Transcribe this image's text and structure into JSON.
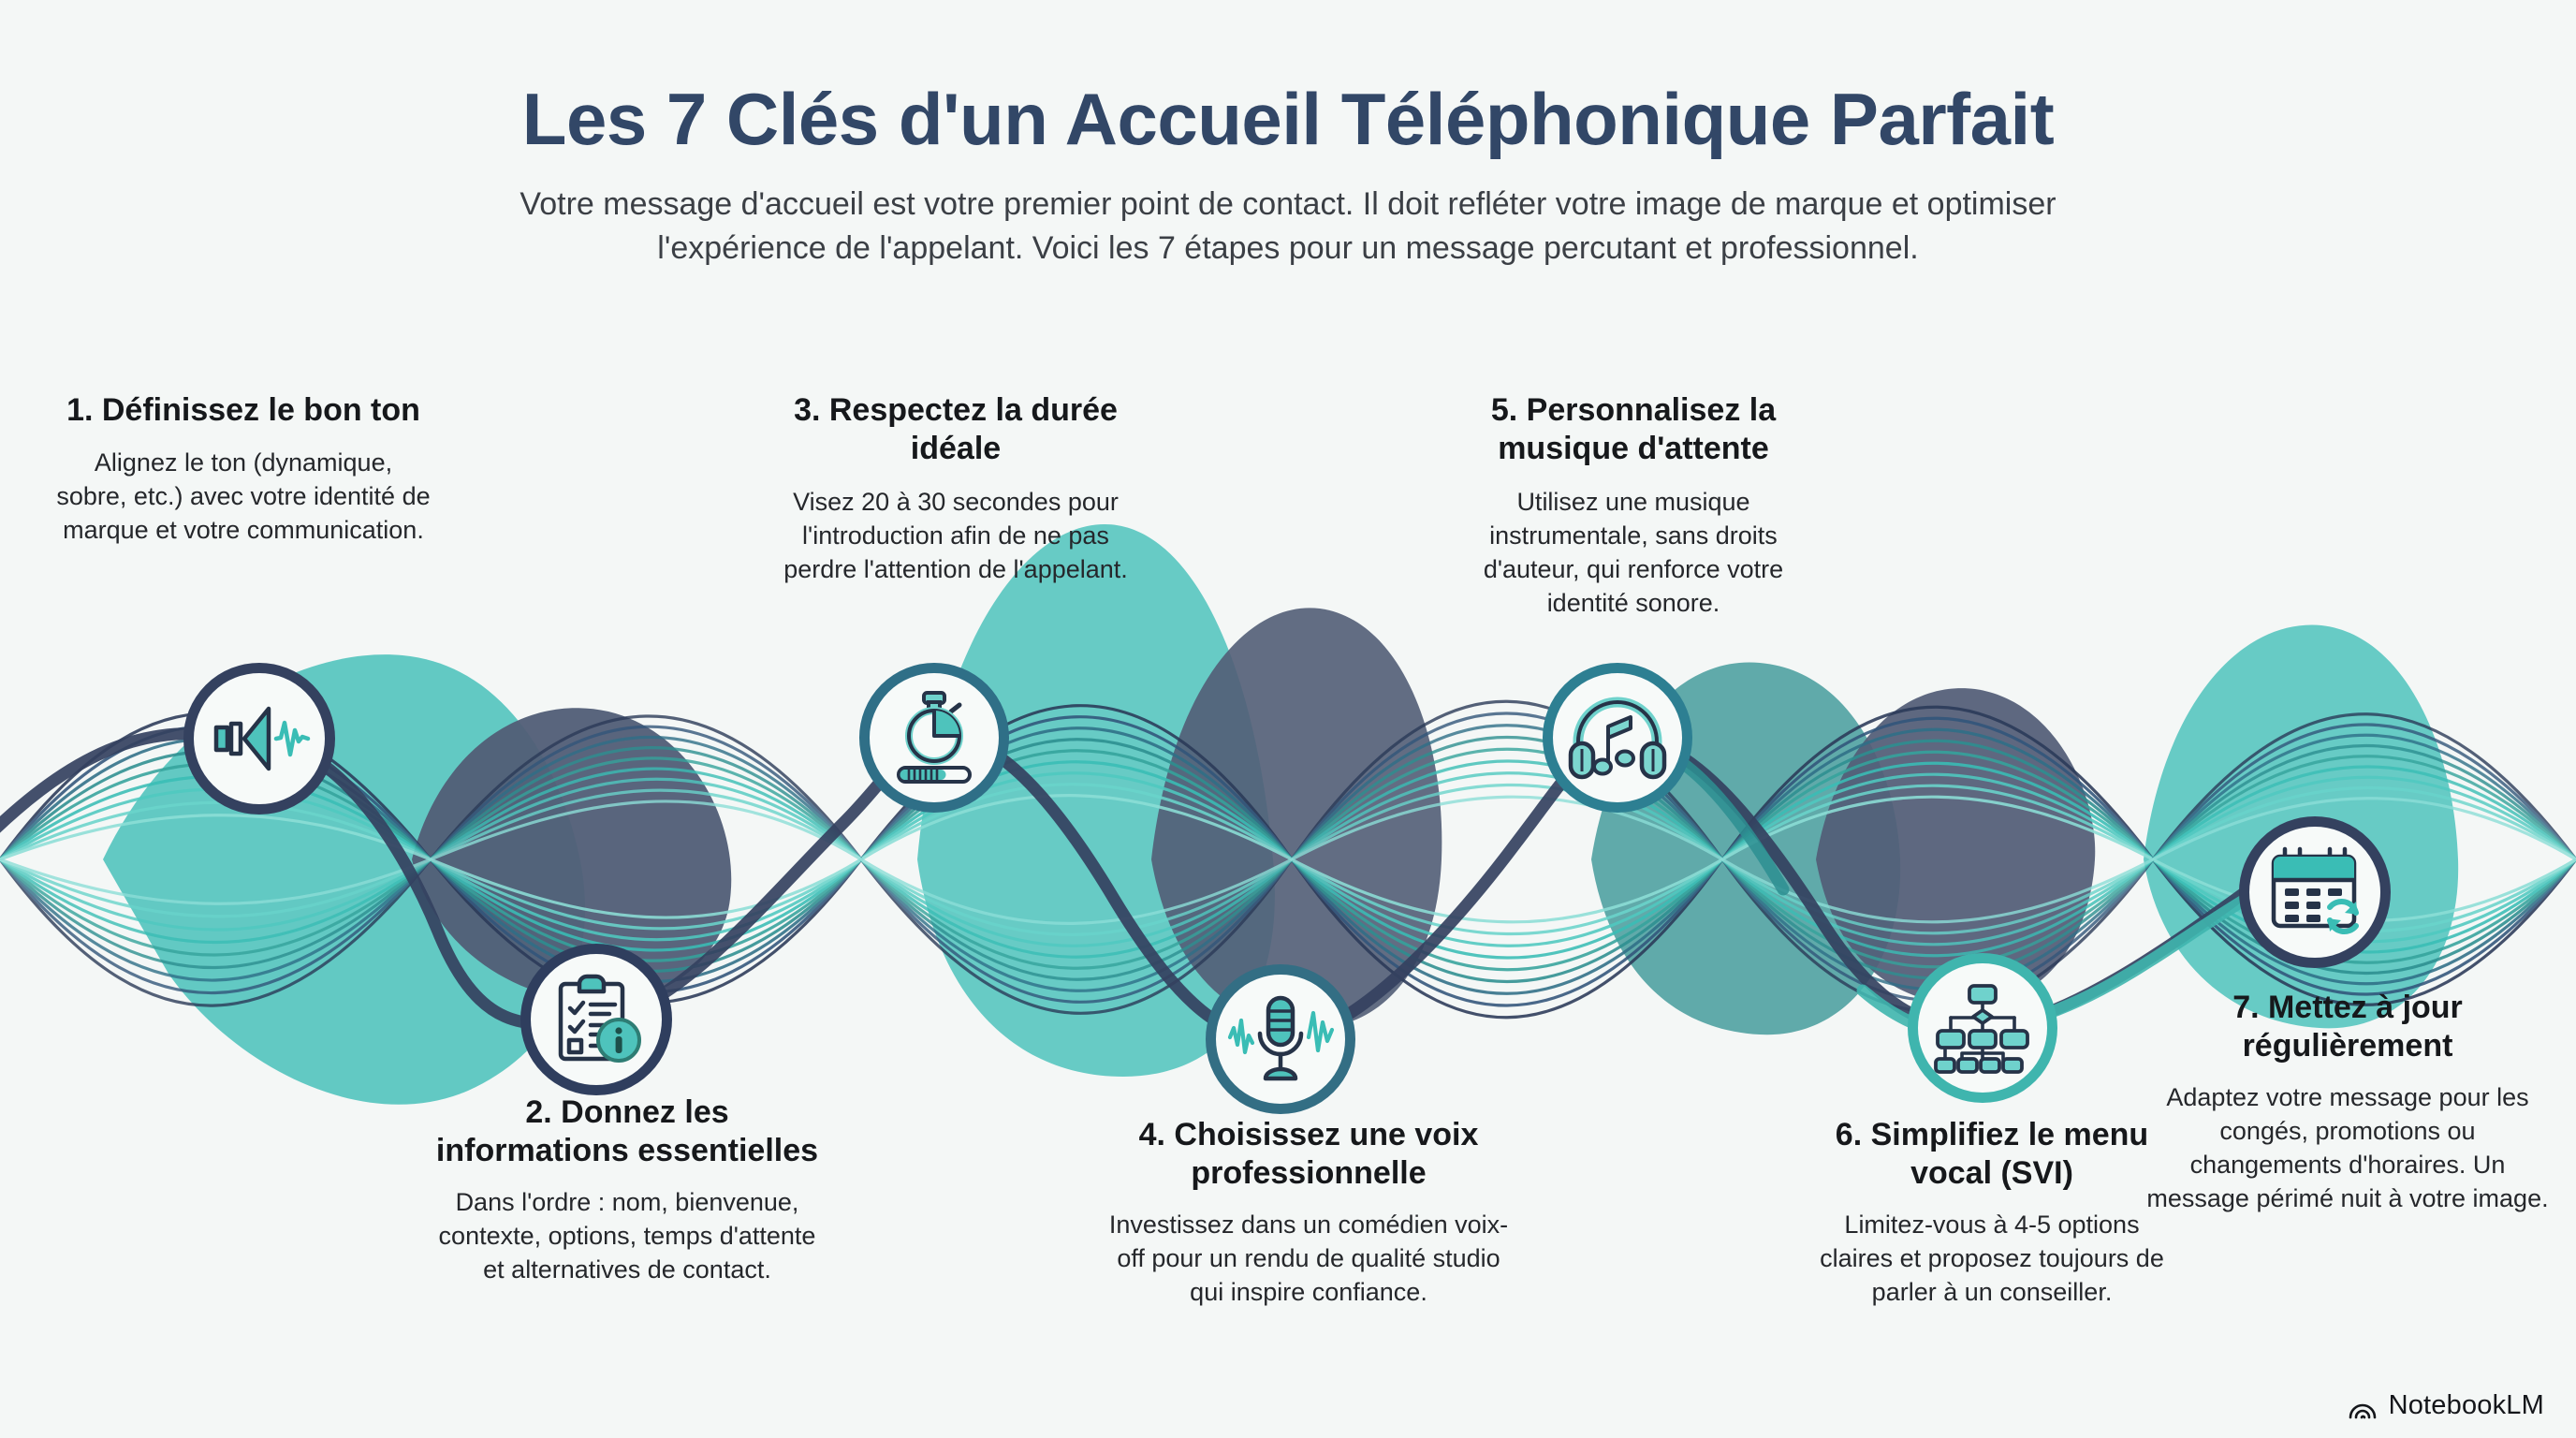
{
  "header": {
    "title": "Les 7 Clés d'un Accueil Téléphonique Parfait",
    "subtitle": "Votre message d'accueil est votre premier point de contact. Il doit refléter votre image de marque et optimiser l'expérience de l'appelant. Voici les 7 étapes pour un message percutant et professionnel."
  },
  "steps": [
    {
      "number": "1",
      "title": "1. Définissez le bon ton",
      "desc": "Alignez le ton (dynamique, sobre, etc.) avec votre identité de marque et votre communication.",
      "icon": "speaker-soundwave-icon",
      "ring_color": "#34415f",
      "position": "above"
    },
    {
      "number": "2",
      "title": "2. Donnez les informations essentielles",
      "desc": "Dans l'ordre : nom, bienvenue, contexte, options, temps d'attente et alternatives de contact.",
      "icon": "clipboard-checklist-info-icon",
      "ring_color": "#2f3e5e",
      "position": "below"
    },
    {
      "number": "3",
      "title": "3. Respectez la durée idéale",
      "desc": "Visez 20 à 30 secondes pour l'introduction afin de ne pas perdre l'attention de l'appelant.",
      "icon": "stopwatch-progress-icon",
      "ring_color": "#2f6f87",
      "position": "above"
    },
    {
      "number": "4",
      "title": "4. Choisissez une voix professionnelle",
      "desc": "Investissez dans un comédien voix-off pour un rendu de qualité studio qui inspire confiance.",
      "icon": "microphone-waveform-icon",
      "ring_color": "#336e84",
      "position": "below"
    },
    {
      "number": "5",
      "title": "5. Personnalisez la musique d'attente",
      "desc": "Utilisez une musique instrumentale, sans droits d'auteur, qui renforce votre identité sonore.",
      "icon": "headphones-music-note-icon",
      "ring_color": "#2d7f92",
      "position": "above"
    },
    {
      "number": "6",
      "title": "6. Simplifiez le menu vocal (SVI)",
      "desc": "Limitez-vous à 4-5 options claires et proposez toujours de parler à un conseiller.",
      "icon": "flowchart-sitemap-icon",
      "ring_color": "#3fb5ae",
      "position": "below"
    },
    {
      "number": "7",
      "title": "7. Mettez à jour régulièrement",
      "desc": "Adaptez votre message pour les congés, promotions ou changements d'horaires. Un message périmé nuit à votre image.",
      "icon": "calendar-refresh-icon",
      "ring_color": "#34415f",
      "position": "below"
    }
  ],
  "watermark": {
    "label": "NotebookLM",
    "icon": "notebooklm-arc-icon"
  },
  "palette": {
    "background": "#f4f7f6",
    "title_navy": "#324767",
    "body_text": "#25272b",
    "wave_teal": "#3abdb5",
    "wave_teal_dark": "#2d8f90",
    "wave_navy": "#34415f",
    "icon_teal_fill": "#4ec3bc",
    "icon_outline": "#263348"
  }
}
